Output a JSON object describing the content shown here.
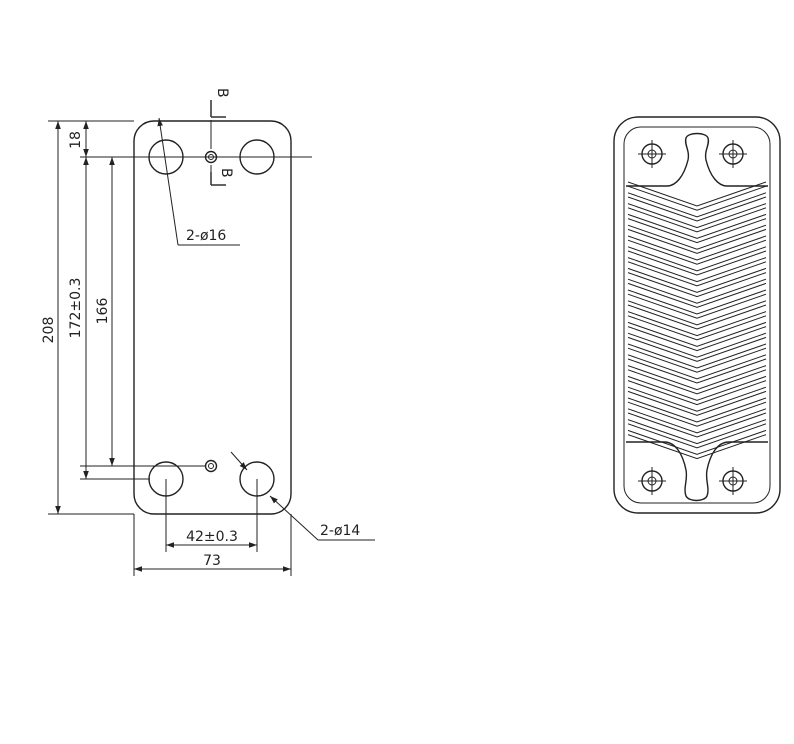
{
  "drawing": {
    "dimensions": {
      "overall_height": "208",
      "top_offset": "18",
      "port_center_distance": "172±0.3",
      "inner_distance": "166",
      "port_spacing": "42±0.3",
      "overall_width": "73"
    },
    "callouts": {
      "upper_ports": "2-ø16",
      "lower_ports": "2-ø14"
    },
    "section": {
      "label_top": "B",
      "label_bottom": "B"
    },
    "colors": {
      "line": "#222222",
      "background": "#ffffff"
    }
  }
}
